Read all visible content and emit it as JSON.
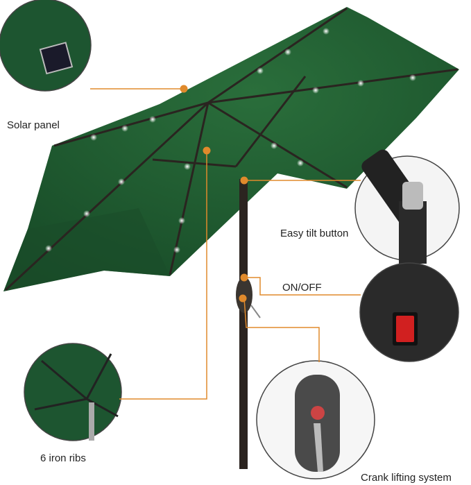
{
  "labels": {
    "solar_panel": "Solar panel",
    "tilt": "Easy tilt button",
    "onoff": "ON/OFF",
    "ribs": "6 iron ribs",
    "crank": "Crank lifting system"
  },
  "colors": {
    "canopy": "#1f5a2f",
    "canopy_dark": "#163f22",
    "pole": "#2b2420",
    "leader": "#e08a2c"
  }
}
